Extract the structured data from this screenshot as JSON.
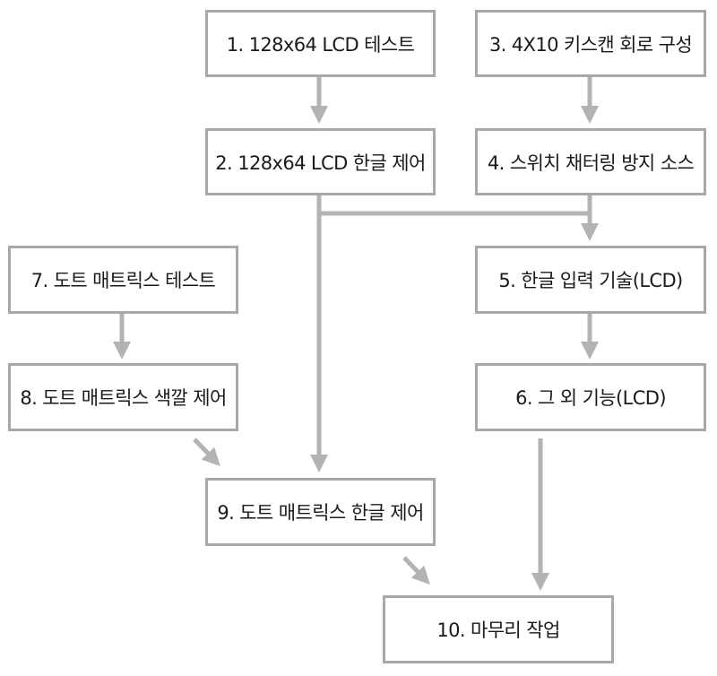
{
  "diagram": {
    "nodes": [
      {
        "id": "n1",
        "label": "1. 128x64 LCD 테스트"
      },
      {
        "id": "n2",
        "label": "2. 128x64 LCD 한글 제어"
      },
      {
        "id": "n3",
        "label": "3. 4X10 키스캔 회로 구성"
      },
      {
        "id": "n4",
        "label": "4. 스위치 채터링 방지 소스"
      },
      {
        "id": "n5",
        "label": "5. 한글 입력 기술(LCD)"
      },
      {
        "id": "n6",
        "label": "6. 그 외 기능(LCD)"
      },
      {
        "id": "n7",
        "label": "7. 도트 매트릭스 테스트"
      },
      {
        "id": "n8",
        "label": "8. 도트 매트릭스 색깔 제어"
      },
      {
        "id": "n9",
        "label": "9. 도트 매트릭스 한글 제어"
      },
      {
        "id": "n10",
        "label": "10. 마무리 작업"
      }
    ],
    "edges": [
      {
        "from": "n1",
        "to": "n2"
      },
      {
        "from": "n3",
        "to": "n4"
      },
      {
        "from": "n4",
        "to": "n5"
      },
      {
        "from": "n2",
        "to": "n5"
      },
      {
        "from": "n2",
        "to": "n9"
      },
      {
        "from": "n5",
        "to": "n6"
      },
      {
        "from": "n7",
        "to": "n8"
      },
      {
        "from": "n8",
        "to": "n9"
      },
      {
        "from": "n9",
        "to": "n10"
      },
      {
        "from": "n6",
        "to": "n10"
      }
    ],
    "colors": {
      "border": "#a8a8a8",
      "connector": "#b3b3b3",
      "text": "#1a1a1a"
    }
  }
}
